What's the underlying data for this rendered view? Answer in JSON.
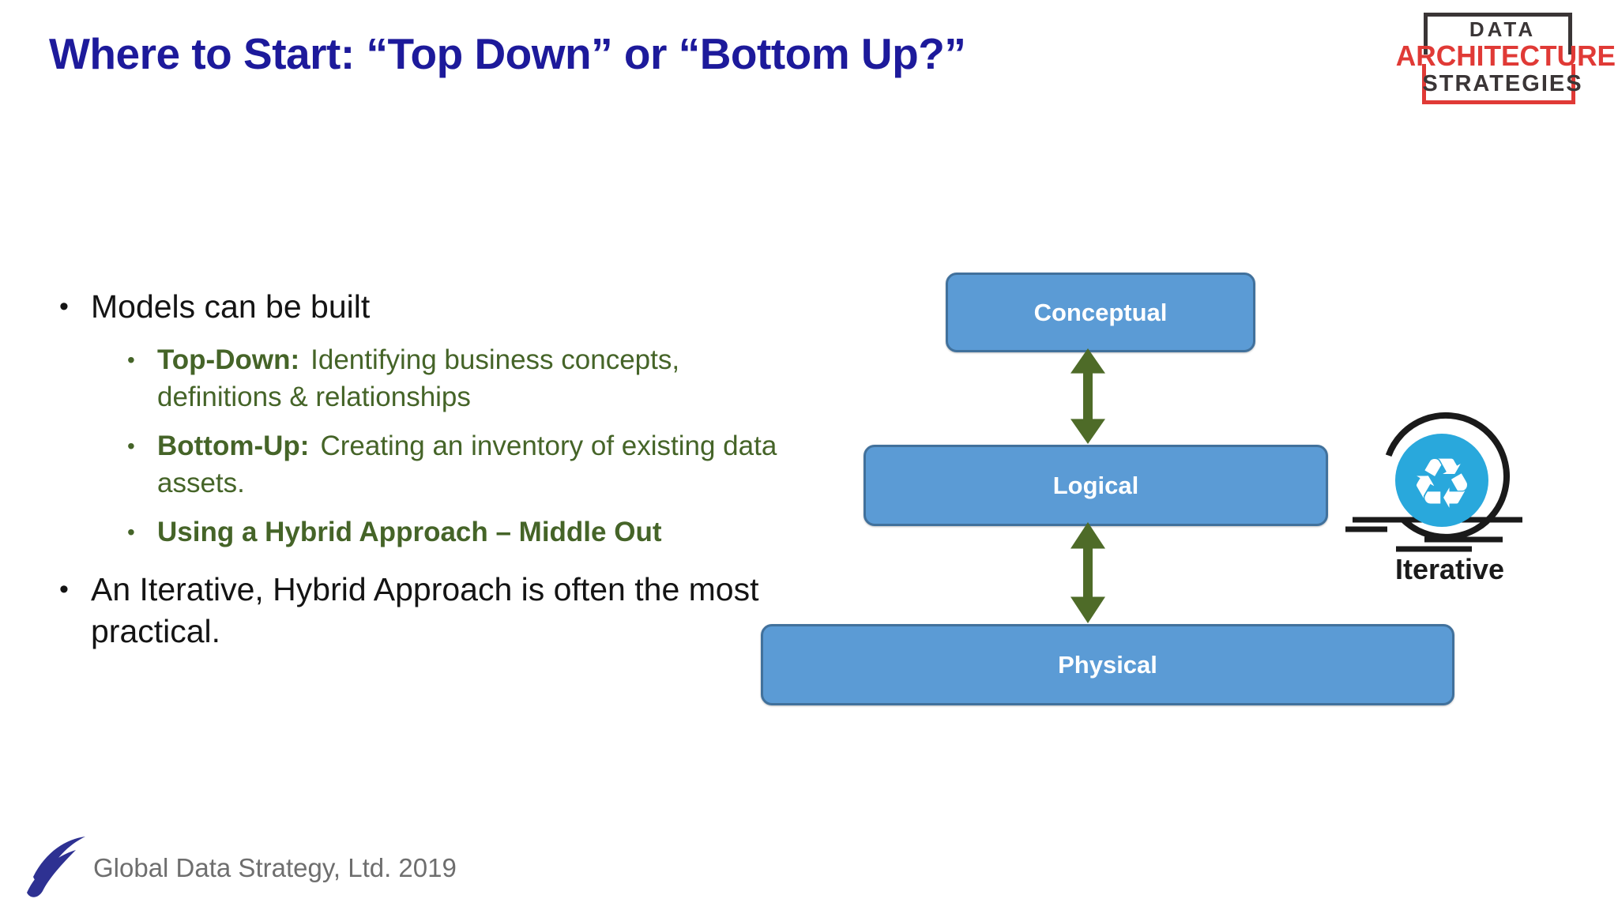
{
  "title": "Where to Start:  “Top Down” or “Bottom Up?”",
  "brand_logo": {
    "line1": "DATA",
    "line2": "ARCHITECTURE",
    "line3": "STRATEGIES"
  },
  "bullets": {
    "item1": "Models can be built",
    "sub1_label": "Top-Down:",
    "sub1_text": "Identifying business concepts,\ndefinitions & relationships",
    "sub2_label": "Bottom-Up:",
    "sub2_text": "Creating an inventory of existing data\nassets.",
    "sub3": "Using a Hybrid Approach – Middle Out",
    "item2": "An Iterative, Hybrid Approach is often the most\npractical.",
    "marker_l1": "•",
    "marker_l2": "•"
  },
  "diagram": {
    "boxes": [
      "Conceptual",
      "Logical",
      "Physical"
    ],
    "iterative_label": "Iterative",
    "recycle_glyph": "♻"
  },
  "footer": {
    "text": "Global Data Strategy, Ltd. 2019"
  },
  "colors": {
    "title_blue": "#1d1a9b",
    "bullet_green": "#456428",
    "box_fill": "#5b9bd5",
    "box_border": "#41719c",
    "arrow_green": "#4e6b28",
    "icon_cyan": "#29a8dc",
    "logo_red": "#e03a36",
    "logo_dark": "#3a3536",
    "footer_gray": "#6e6e6e"
  }
}
